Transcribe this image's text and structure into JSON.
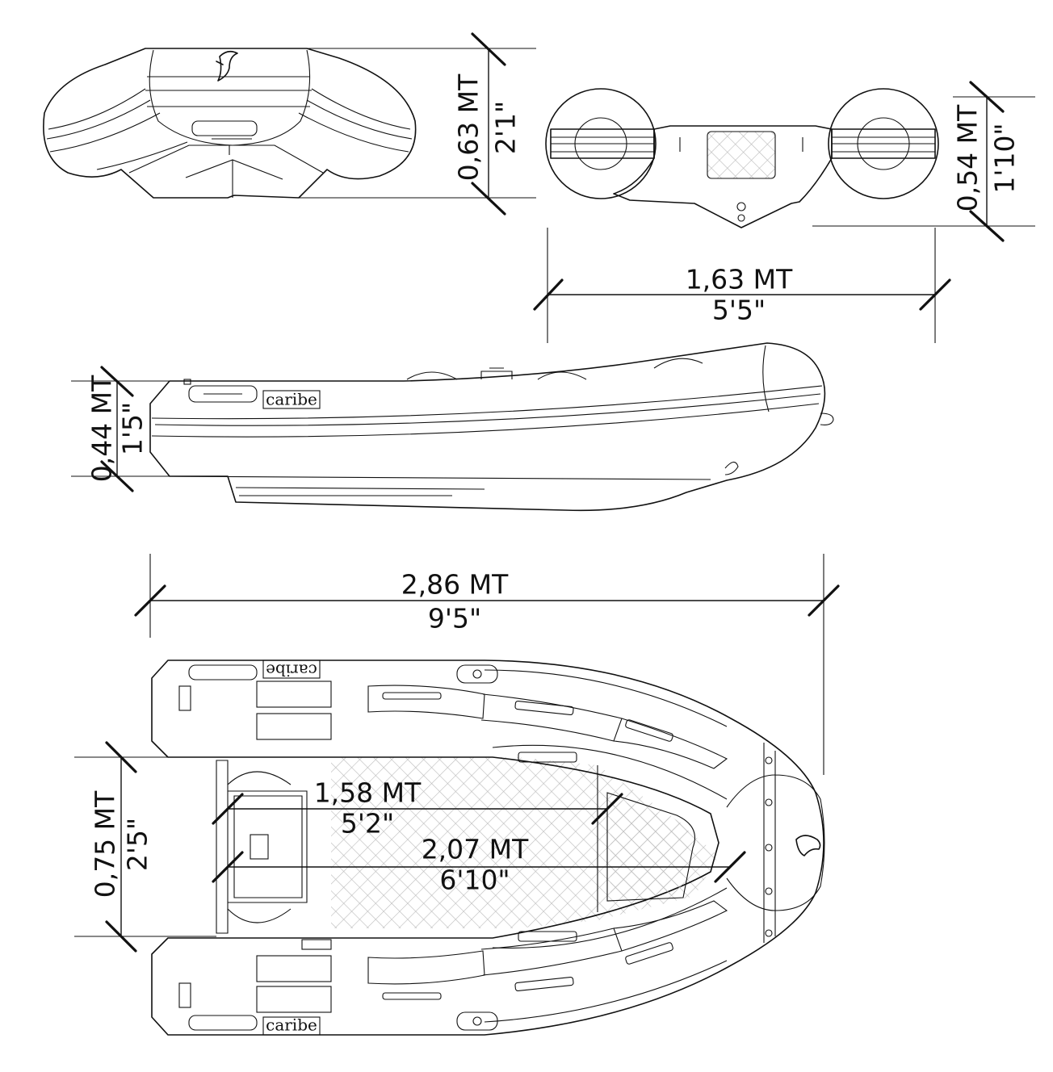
{
  "brand": "caribe",
  "dimensions": {
    "front_height": {
      "metric": "0,63 MT",
      "imperial": "2'1\""
    },
    "stern_height": {
      "metric": "0,54 MT",
      "imperial": "1'10\""
    },
    "stern_beam": {
      "metric": "1,63 MT",
      "imperial": "5'5\""
    },
    "side_height": {
      "metric": "0,44 MT",
      "imperial": "1'5\""
    },
    "overall_length": {
      "metric": "2,86 MT",
      "imperial": "9'5\""
    },
    "inner_beam": {
      "metric": "0,75 MT",
      "imperial": "2'5\""
    },
    "floor_length": {
      "metric": "1,58 MT",
      "imperial": "5'2\""
    },
    "inner_length": {
      "metric": "2,07 MT",
      "imperial": "6'10\""
    }
  }
}
